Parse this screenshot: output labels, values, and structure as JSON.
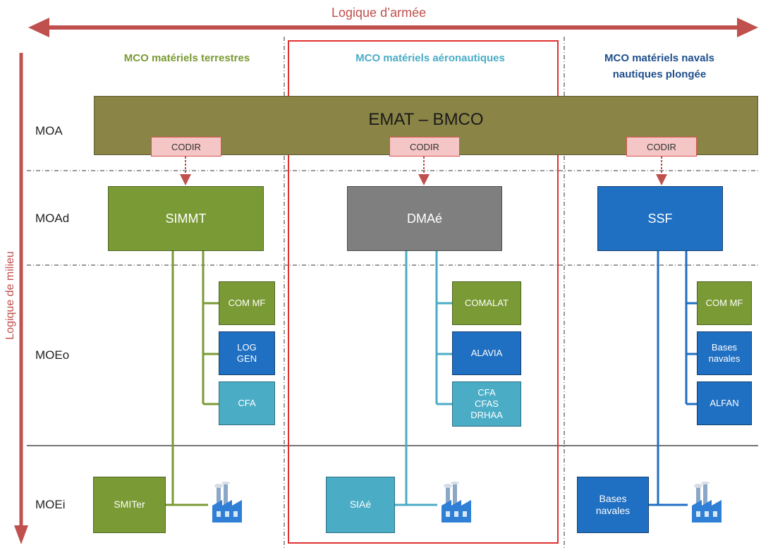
{
  "top_axis": {
    "label": "Logique d’armée"
  },
  "side_axis": {
    "label": "Logique de milieu"
  },
  "rows": {
    "moa": "MOA",
    "moad": "MOAd",
    "moeo": "MOEo",
    "moei": "MOEi"
  },
  "columns": {
    "terrestre": {
      "title": "MCO matériels terrestres"
    },
    "aero": {
      "title": "MCO matériels aéronautiques"
    },
    "naval": {
      "title": "MCO matériels navals\nnautiques plongée"
    }
  },
  "banner": {
    "label": "EMAT – BMCO"
  },
  "codir": {
    "label": "CODIR"
  },
  "moad": {
    "terrestre": "SIMMT",
    "aero": "DMAé",
    "naval": "SSF"
  },
  "moeo": {
    "terrestre": [
      "COM MF",
      "LOG\nGEN",
      "CFA"
    ],
    "aero": [
      "COMALAT",
      "ALAVIA",
      "CFA\nCFAS\nDRHAA"
    ],
    "naval": [
      "COM MF",
      "Bases\nnavales",
      "ALFAN"
    ]
  },
  "moei": {
    "terrestre": "SMITer",
    "aero": "SIAé",
    "naval": "Bases\nnavales"
  },
  "colors": {
    "terrestre": "#7a9a35",
    "aero": "#4bacc6",
    "naval": "#1f6fc2",
    "banner": "#8b8447",
    "axis_red": "#c0504d",
    "highlight_red": "#e03030"
  }
}
